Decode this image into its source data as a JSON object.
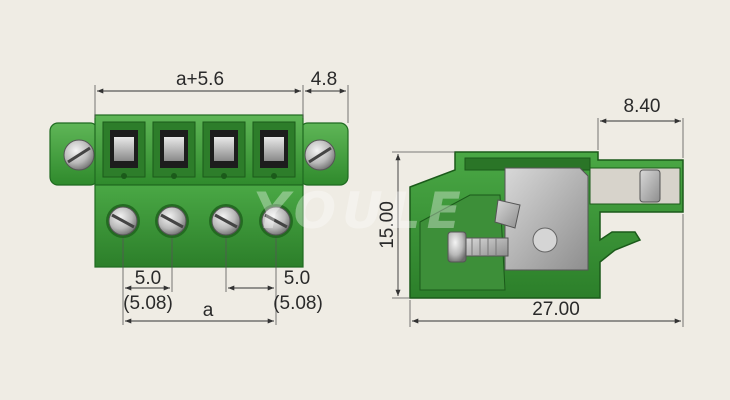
{
  "front_view": {
    "top_dimension": "a+5.6",
    "flange_dimension": "4.8",
    "left_pitch": "5.0",
    "left_pitch_alt": "(5.08)",
    "right_pitch": "5.0",
    "right_pitch_alt": "(5.08)",
    "bottom_dimension": "a",
    "pole_count": 4
  },
  "side_view": {
    "top_dimension": "8.40",
    "height_dimension": "15.00",
    "width_dimension": "27.00"
  },
  "watermark": "YOULE",
  "colors": {
    "background": "#efece4",
    "housing_green": "#3e9a3a",
    "housing_dark": "#1f6a20",
    "housing_light": "#6cc064",
    "metal": "#a9a9a9",
    "dimension_line": "#333333"
  }
}
